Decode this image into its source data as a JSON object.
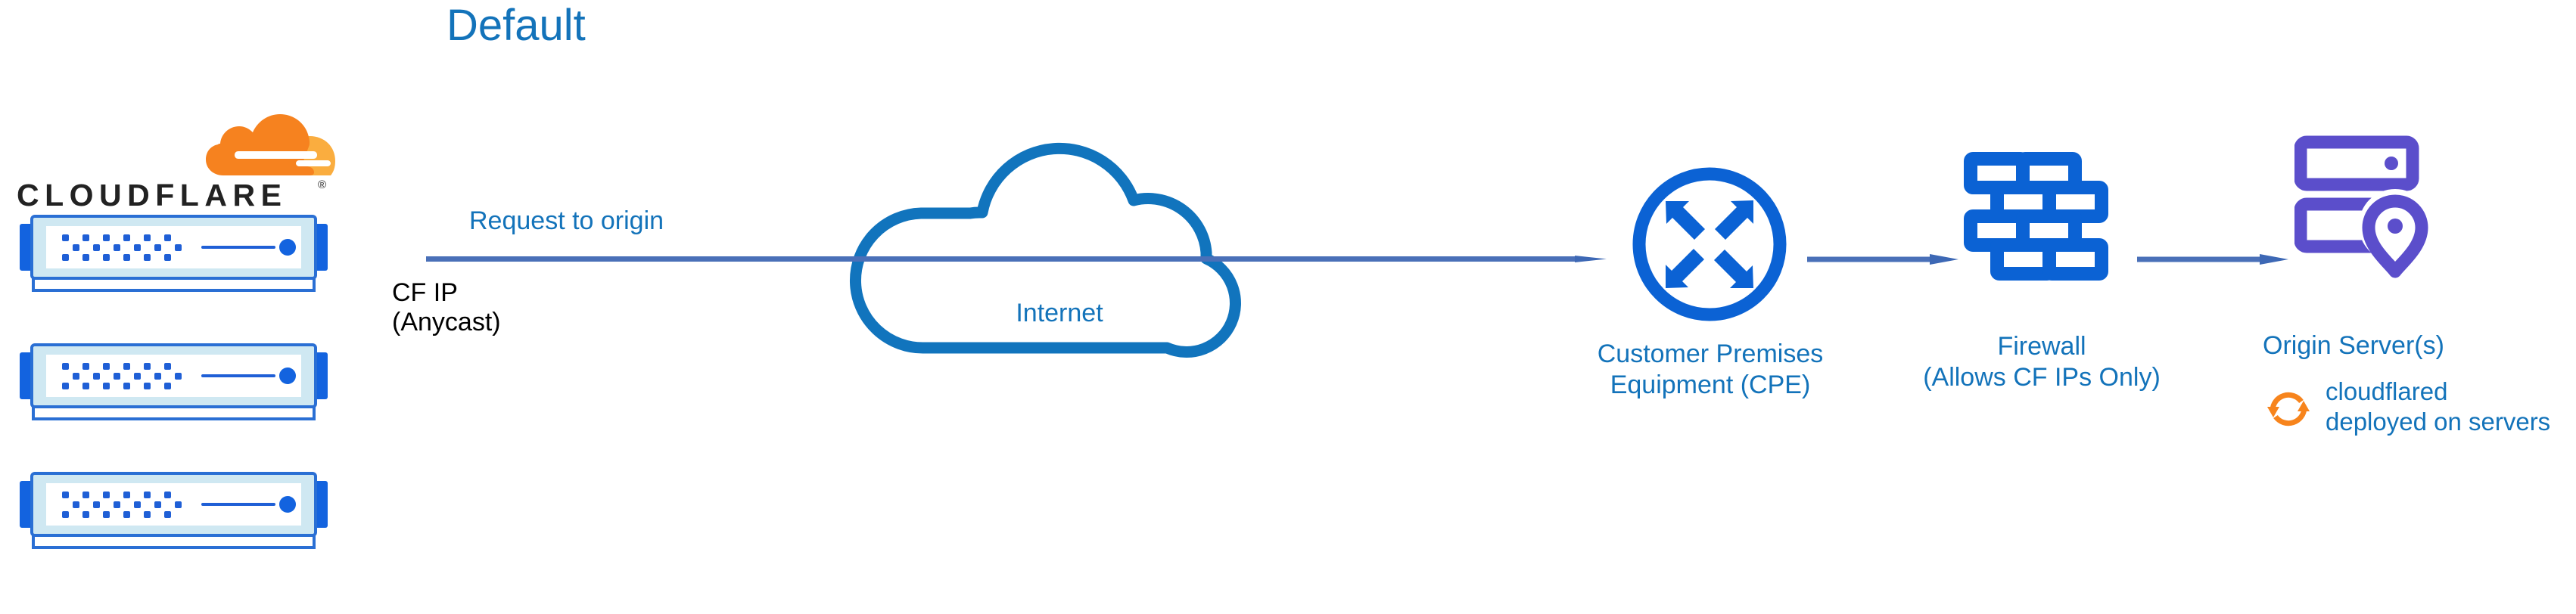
{
  "diagram": {
    "title": "Default",
    "type": "network-flow",
    "colors": {
      "label_blue": "#1373ba",
      "icon_blue": "#0b62d4",
      "connector_blue": "#4a70b8",
      "origin_purple": "#5b4ecb",
      "cloudflare_orange": "#f6821f",
      "cloudflare_orange_light": "#faad3f",
      "wordmark_dark": "#222222",
      "server_body": "#cfe8f2",
      "background": "#ffffff"
    }
  },
  "logo": {
    "wordmark": "CLOUDFLARE",
    "registered_mark": "®",
    "mark_icon": "cloudflare-cloud-icon"
  },
  "edge_nodes": {
    "count": 3,
    "icon": "network-appliance-icon",
    "items": [
      {
        "name": "cloudflare-edge-server-1"
      },
      {
        "name": "cloudflare-edge-server-2"
      },
      {
        "name": "cloudflare-edge-server-3"
      }
    ]
  },
  "connectors": [
    {
      "name": "request-to-origin",
      "label": "Request to origin",
      "from": "cloudflare-edge",
      "to": "customer-premises-equipment",
      "arrow": "right"
    },
    {
      "name": "cpe-to-firewall",
      "label": "",
      "from": "customer-premises-equipment",
      "to": "firewall",
      "arrow": "right"
    },
    {
      "name": "firewall-to-origin",
      "label": "",
      "from": "firewall",
      "to": "origin-server",
      "arrow": "right"
    }
  ],
  "labels": {
    "request_to_origin": "Request to origin",
    "cf_ip": "CF IP\n(Anycast)",
    "cf_ip_line1": "CF IP",
    "cf_ip_line2": "(Anycast)",
    "internet": "Internet",
    "cpe_line1": "Customer Premises",
    "cpe_line2": "Equipment (CPE)",
    "firewall_line1": "Firewall",
    "firewall_line2": "(Allows CF IPs Only)",
    "origin_server": "Origin Server(s)",
    "cloudflared_note": "cloudflared deployed on servers"
  },
  "nodes": [
    {
      "name": "internet-cloud",
      "icon": "cloud-outline-icon",
      "label": "Internet"
    },
    {
      "name": "cpe",
      "icon": "router-arrows-circle-icon",
      "label": "Customer Premises Equipment (CPE)"
    },
    {
      "name": "firewall",
      "icon": "brick-wall-icon",
      "label": "Firewall (Allows CF IPs Only)"
    },
    {
      "name": "origin-server",
      "icon": "server-rack-pin-icon",
      "label": "Origin Server(s)"
    }
  ],
  "cloudflared": {
    "icon": "sync-arrows-icon",
    "text": "cloudflared deployed on servers"
  }
}
